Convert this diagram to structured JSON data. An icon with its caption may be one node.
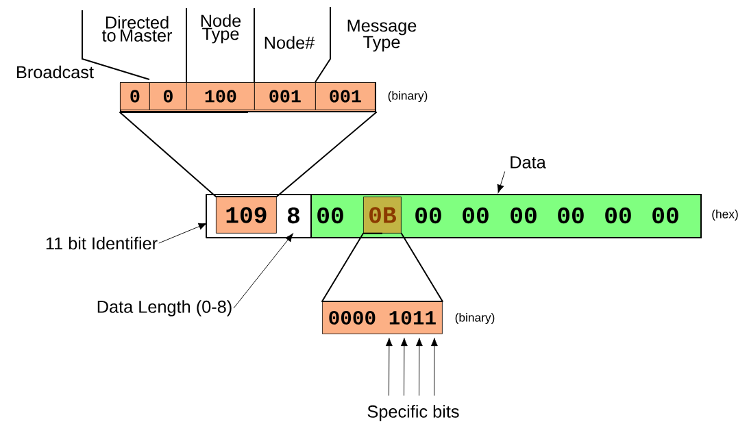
{
  "diagram": {
    "nodes": [
      {
        "text": [],
        "shape": "bar",
        "beside": [
          "(binary)"
        ]
      },
      {
        "text": [
          "0"
        ],
        "in": 0,
        "beside": [
          "Broadcast"
        ]
      },
      {
        "text": [
          "0"
        ],
        "in": 0,
        "beside": [
          "Directed to Master"
        ]
      },
      {
        "text": [
          "100"
        ],
        "in": 0,
        "beside": [
          "Node Type"
        ]
      },
      {
        "text": [
          "001"
        ],
        "in": 0,
        "beside": [
          "Node#"
        ]
      },
      {
        "text": [
          "001"
        ],
        "in": 0,
        "beside": [
          "Message Type"
        ]
      },
      {
        "text": [],
        "shape": "box"
      },
      {
        "text": [
          "109"
        ],
        "in": 6
      },
      {
        "text": [
          "8"
        ],
        "in": 6
      },
      {
        "text": [
          "00",
          "00",
          "00",
          "00",
          "00",
          "00",
          "00"
        ],
        "beside": [
          "(hex)"
        ]
      },
      {
        "text": [
          "0B"
        ],
        "in": 9
      },
      {
        "text": [
          "0000 1011"
        ],
        "beside": [
          "(binary)"
        ]
      },
      {
        "text": [
          "Data"
        ]
      },
      {
        "text": [
          "11 bit Identifier"
        ]
      },
      {
        "text": [
          "Data Length (0-8)"
        ]
      },
      {
        "text": [
          "Specific bits"
        ]
      }
    ],
    "edges": [
      {
        "from": 0,
        "to": 7,
        "arrow": "none"
      },
      {
        "from": 10,
        "to": 11,
        "arrow": "none"
      },
      {
        "from": 12,
        "to": 9,
        "arrow": "to"
      },
      {
        "from": 13,
        "to": 6,
        "arrow": "to"
      },
      {
        "from": 14,
        "to": 8,
        "arrow": "to"
      },
      {
        "from": 15,
        "to": 11,
        "arrow": "to"
      },
      {
        "from": 15,
        "to": 11,
        "arrow": "to"
      },
      {
        "from": 15,
        "to": 11,
        "arrow": "to"
      },
      {
        "from": 15,
        "to": 11,
        "arrow": "to"
      }
    ]
  }
}
